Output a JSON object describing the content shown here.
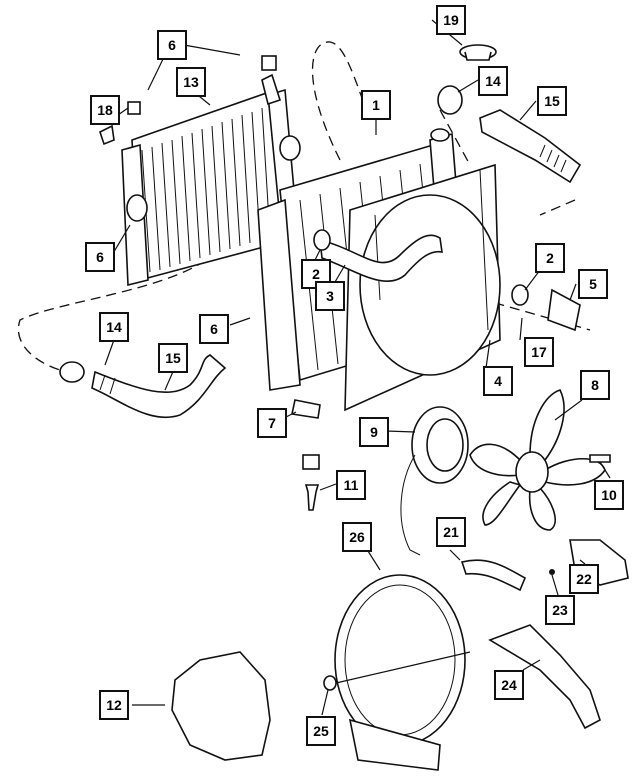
{
  "callouts": {
    "c1": "1",
    "c2a": "2",
    "c2b": "2",
    "c3": "3",
    "c4": "4",
    "c5": "5",
    "c6a": "6",
    "c6b": "6",
    "c6c": "6",
    "c7": "7",
    "c8": "8",
    "c9": "9",
    "c10": "10",
    "c11": "11",
    "c12": "12",
    "c13": "13",
    "c14a": "14",
    "c14b": "14",
    "c15a": "15",
    "c15b": "15",
    "c17": "17",
    "c18": "18",
    "c19": "19",
    "c21": "21",
    "c22": "22",
    "c23": "23",
    "c24": "24",
    "c25": "25",
    "c26": "26"
  }
}
